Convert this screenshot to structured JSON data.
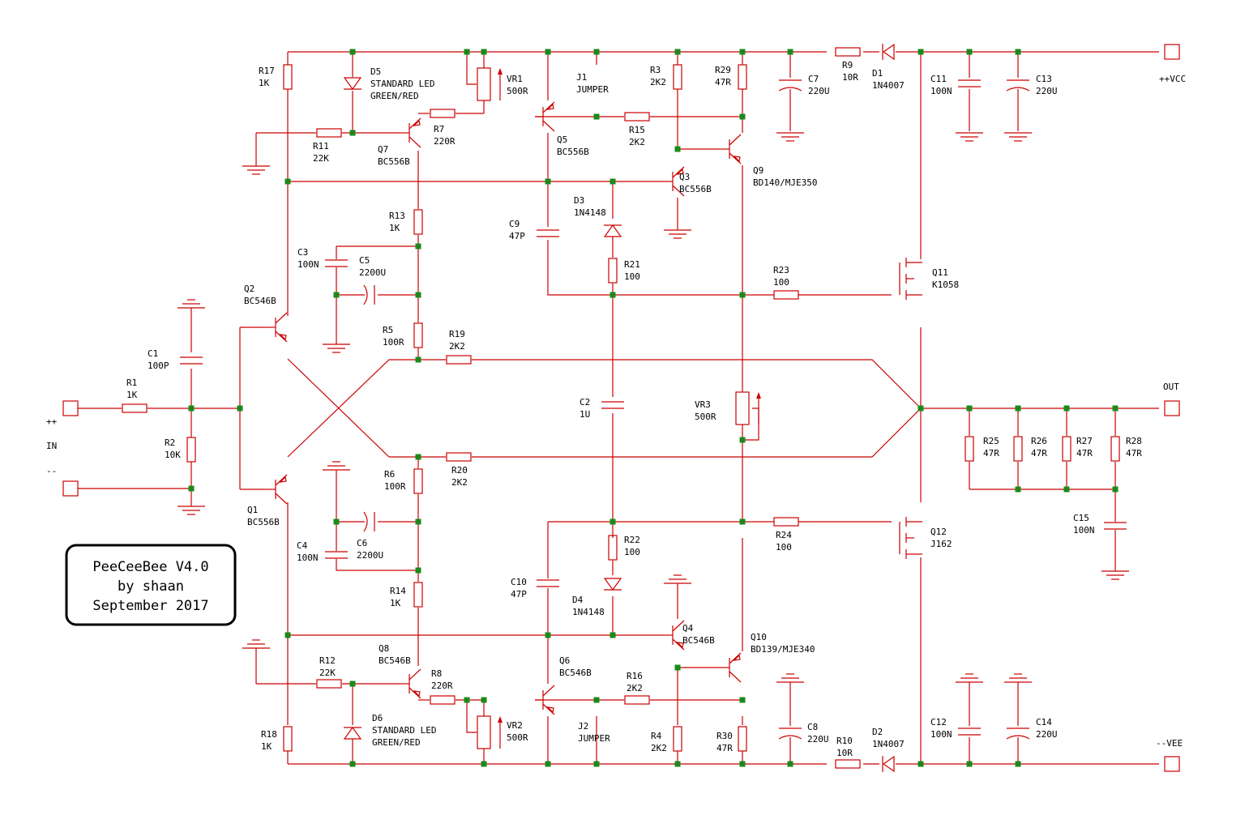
{
  "title": {
    "line1": "PeeCeeBee V4.0",
    "line2": "by shaan",
    "line3": "September 2017"
  },
  "ports": {
    "vcc": "++VCC",
    "vee": "--VEE",
    "out": "OUT",
    "in_plus": "++",
    "in": "IN",
    "in_minus": "--"
  },
  "components": {
    "R1": [
      "R1",
      "1K"
    ],
    "R2": [
      "R2",
      "10K"
    ],
    "C1": [
      "C1",
      "100P"
    ],
    "Q1": [
      "Q1",
      "BC556B"
    ],
    "Q2": [
      "Q2",
      "BC546B"
    ],
    "R17": [
      "R17",
      "1K"
    ],
    "R18": [
      "R18",
      "1K"
    ],
    "D5": [
      "D5",
      "STANDARD LED",
      "GREEN/RED"
    ],
    "D6": [
      "D6",
      "STANDARD LED",
      "GREEN/RED"
    ],
    "R11": [
      "R11",
      "22K"
    ],
    "R12": [
      "R12",
      "22K"
    ],
    "Q7": [
      "Q7",
      "BC556B"
    ],
    "Q8": [
      "Q8",
      "BC546B"
    ],
    "R7": [
      "R7",
      "220R"
    ],
    "R8": [
      "R8",
      "220R"
    ],
    "VR1": [
      "VR1",
      "500R"
    ],
    "VR2": [
      "VR2",
      "500R"
    ],
    "R13": [
      "R13",
      "1K"
    ],
    "R14": [
      "R14",
      "1K"
    ],
    "C3": [
      "C3",
      "100N"
    ],
    "C4": [
      "C4",
      "100N"
    ],
    "C5": [
      "C5",
      "2200U"
    ],
    "C6": [
      "C6",
      "2200U"
    ],
    "R5": [
      "R5",
      "100R"
    ],
    "R6": [
      "R6",
      "100R"
    ],
    "R19": [
      "R19",
      "2K2"
    ],
    "R20": [
      "R20",
      "2K2"
    ],
    "J1": [
      "J1",
      "JUMPER"
    ],
    "J2": [
      "J2",
      "JUMPER"
    ],
    "Q5": [
      "Q5",
      "BC556B"
    ],
    "Q6": [
      "Q6",
      "BC546B"
    ],
    "R15": [
      "R15",
      "2K2"
    ],
    "R16": [
      "R16",
      "2K2"
    ],
    "R3": [
      "R3",
      "2K2"
    ],
    "R4": [
      "R4",
      "2K2"
    ],
    "Q3": [
      "Q3",
      "BC556B"
    ],
    "Q4": [
      "Q4",
      "BC546B"
    ],
    "D3": [
      "D3",
      "1N4148"
    ],
    "D4": [
      "D4",
      "1N4148"
    ],
    "C9": [
      "C9",
      "47P"
    ],
    "C10": [
      "C10",
      "47P"
    ],
    "R21": [
      "R21",
      "100"
    ],
    "R22": [
      "R22",
      "100"
    ],
    "C2": [
      "C2",
      "1U"
    ],
    "R29": [
      "R29",
      "47R"
    ],
    "R30": [
      "R30",
      "47R"
    ],
    "Q9": [
      "Q9",
      "BD140/MJE350"
    ],
    "Q10": [
      "Q10",
      "BD139/MJE340"
    ],
    "VR3": [
      "VR3",
      "500R"
    ],
    "R23": [
      "R23",
      "100"
    ],
    "R24": [
      "R24",
      "100"
    ],
    "Q11": [
      "Q11",
      "K1058"
    ],
    "Q12": [
      "Q12",
      "J162"
    ],
    "C7": [
      "C7",
      "220U"
    ],
    "C8": [
      "C8",
      "220U"
    ],
    "R9": [
      "R9",
      "10R"
    ],
    "R10": [
      "R10",
      "10R"
    ],
    "D1": [
      "D1",
      "1N4007"
    ],
    "D2": [
      "D2",
      "1N4007"
    ],
    "C11": [
      "C11",
      "100N"
    ],
    "C12": [
      "C12",
      "100N"
    ],
    "C13": [
      "C13",
      "220U"
    ],
    "C14": [
      "C14",
      "220U"
    ],
    "R25": [
      "R25",
      "47R"
    ],
    "R26": [
      "R26",
      "47R"
    ],
    "R27": [
      "R27",
      "47R"
    ],
    "R28": [
      "R28",
      "47R"
    ],
    "C15": [
      "C15",
      "100N"
    ]
  }
}
